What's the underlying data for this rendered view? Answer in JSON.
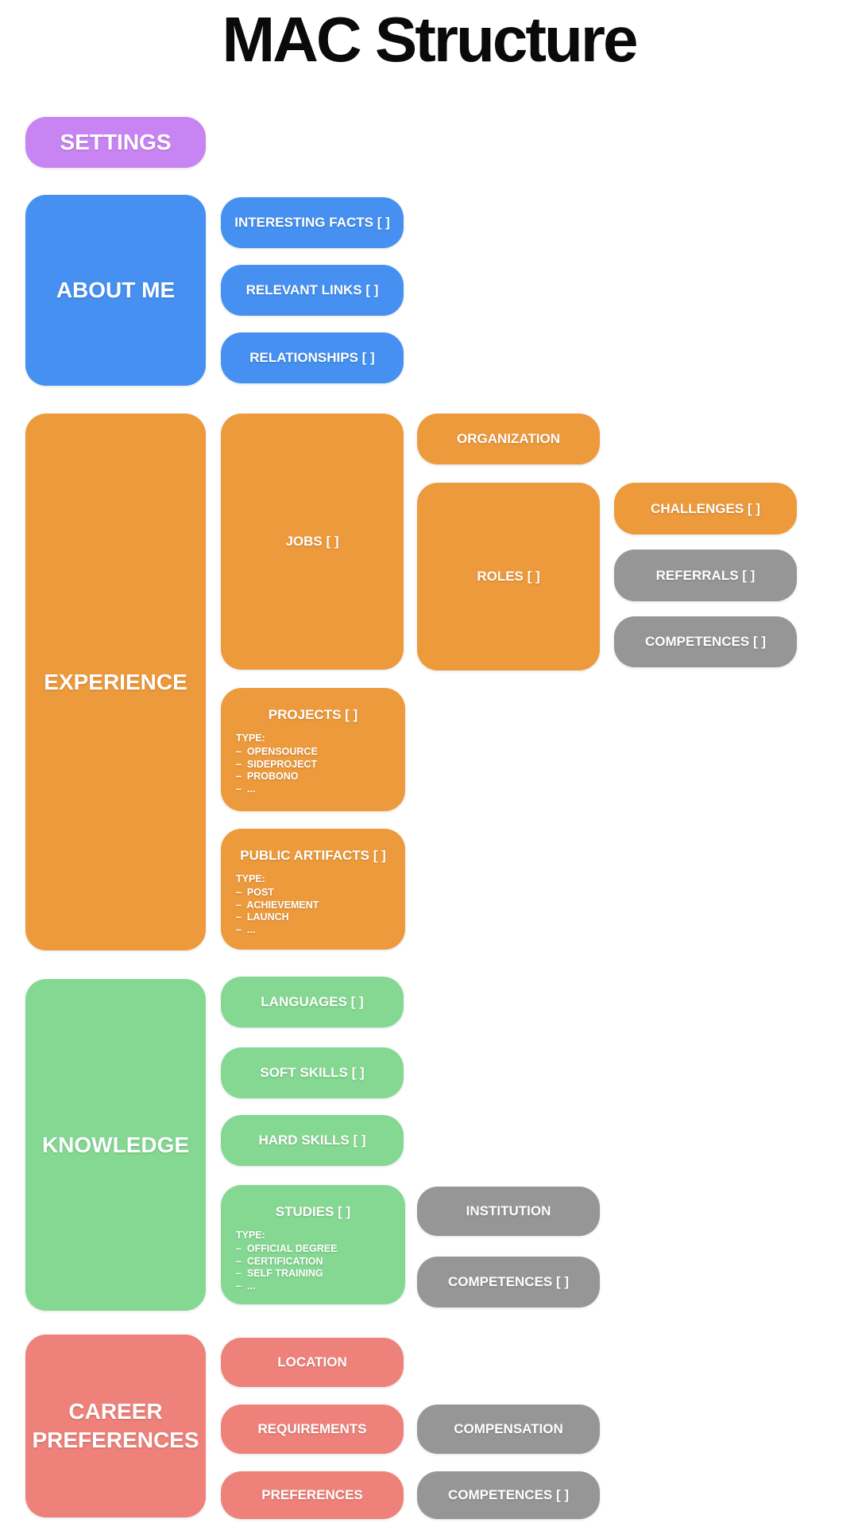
{
  "title": "MAC Structure",
  "colors": {
    "purple": "#c884f2",
    "blue": "#4590f0",
    "orange": "#ed9a3c",
    "green": "#85d892",
    "gray": "#969696",
    "salmon": "#ee827a"
  },
  "settings": {
    "label": "SETTINGS"
  },
  "about": {
    "label": "ABOUT ME",
    "interesting_facts": "INTERESTING FACTS [ ]",
    "relevant_links": "RELEVANT LINKS [ ]",
    "relationships": "RELATIONSHIPS [ ]"
  },
  "experience": {
    "label": "EXPERIENCE",
    "jobs": "JOBS [ ]",
    "organization": "ORGANIZATION",
    "roles": "ROLES [ ]",
    "challenges": "CHALLENGES [ ]",
    "referrals": "REFERRALS [ ]",
    "competences": "COMPETENCES [ ]",
    "projects": {
      "label": "PROJECTS [ ]",
      "type_heading": "TYPE:",
      "types": [
        "–  OPENSOURCE",
        "–  SIDEPROJECT",
        "–  PROBONO",
        "–  ..."
      ]
    },
    "public_artifacts": {
      "label": "PUBLIC ARTIFACTS [ ]",
      "type_heading": "TYPE:",
      "types": [
        "–  POST",
        "–  ACHIEVEMENT",
        "–  LAUNCH",
        "–  ..."
      ]
    }
  },
  "knowledge": {
    "label": "KNOWLEDGE",
    "languages": "LANGUAGES [ ]",
    "soft_skills": "SOFT SKILLS [ ]",
    "hard_skills": "HARD SKILLS [ ]",
    "studies": {
      "label": "STUDIES [ ]",
      "type_heading": "TYPE:",
      "types": [
        "–  OFFICIAL DEGREE",
        "–  CERTIFICATION",
        "–  SELF TRAINING",
        "–  ..."
      ]
    },
    "institution": "INSTITUTION",
    "competences": "COMPETENCES [ ]"
  },
  "career_preferences": {
    "label": "CAREER PREFERENCES",
    "location": "LOCATION",
    "requirements": "REQUIREMENTS",
    "preferences": "PREFERENCES",
    "compensation": "COMPENSATION",
    "competences": "COMPETENCES [ ]"
  }
}
